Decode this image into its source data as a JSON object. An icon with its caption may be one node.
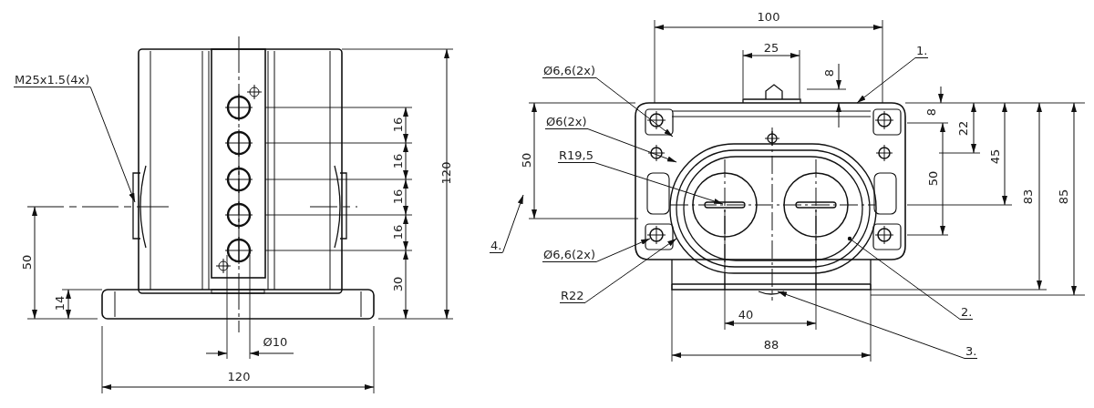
{
  "diagram": {
    "nodes": [
      {
        "text": [
          "M25x1.5(4x)"
        ]
      },
      {
        "text": [
          "Ø6,6(2x)"
        ]
      },
      {
        "text": [
          "Ø6(2x)"
        ]
      },
      {
        "text": [
          "R19,5"
        ]
      },
      {
        "text": [
          "Ø6,6(2x)"
        ]
      },
      {
        "text": [
          "R22"
        ]
      },
      {
        "text": [
          "1."
        ]
      },
      {
        "text": [
          "2."
        ]
      },
      {
        "text": [
          "3."
        ]
      },
      {
        "text": [
          "4."
        ]
      }
    ],
    "edges": [
      {
        "from": 0,
        "to": null,
        "arrow": "to"
      },
      {
        "from": 1,
        "to": null,
        "arrow": "to"
      },
      {
        "from": 2,
        "to": null,
        "arrow": "to"
      },
      {
        "from": 3,
        "to": null,
        "arrow": "to"
      },
      {
        "from": 4,
        "to": null,
        "arrow": "to"
      },
      {
        "from": 5,
        "to": null,
        "arrow": "to"
      },
      {
        "from": 6,
        "to": null,
        "arrow": "to"
      },
      {
        "from": 7,
        "to": null,
        "arrow": "other"
      },
      {
        "from": 8,
        "to": null,
        "arrow": "to"
      },
      {
        "from": 9,
        "to": null,
        "arrow": "to"
      }
    ],
    "labels": [
      "120",
      "16",
      "16",
      "16",
      "16",
      "50",
      "30",
      "14",
      "Ø10",
      "120",
      "100",
      "25",
      "8",
      "8",
      "22",
      "45",
      "50",
      "50",
      "83",
      "85",
      "40",
      "88"
    ]
  }
}
